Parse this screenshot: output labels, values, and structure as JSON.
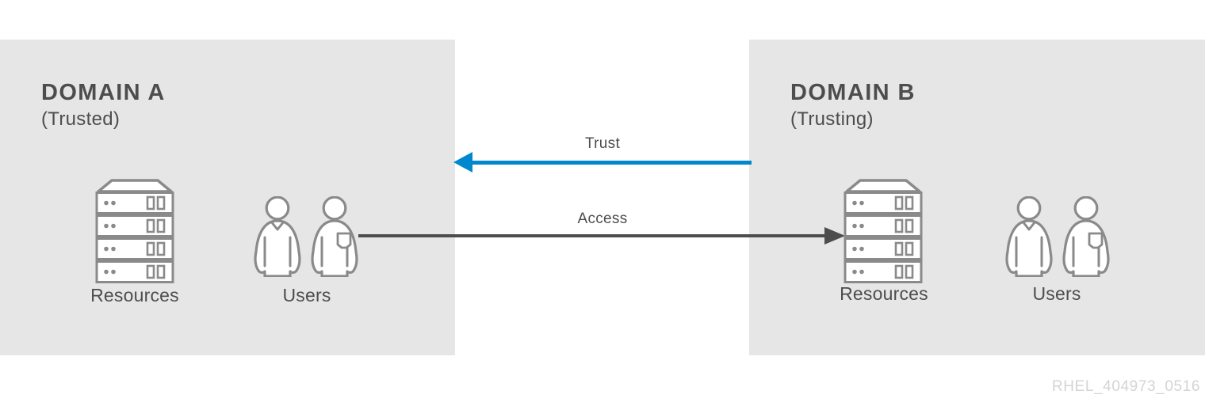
{
  "domain_a": {
    "title": "DOMAIN A",
    "subtitle": "(Trusted)",
    "resources_label": "Resources",
    "users_label": "Users"
  },
  "domain_b": {
    "title": "DOMAIN B",
    "subtitle": "(Trusting)",
    "resources_label": "Resources",
    "users_label": "Users"
  },
  "arrows": {
    "trust": {
      "label": "Trust",
      "direction": "left",
      "from": "DOMAIN B",
      "to": "DOMAIN A",
      "color": "#0088ce"
    },
    "access": {
      "label": "Access",
      "direction": "right",
      "from": "DOMAIN A users",
      "to": "DOMAIN B resources",
      "color": "#4d4d4d"
    }
  },
  "watermark": "RHEL_404973_0516",
  "colors": {
    "panel_bg": "#e6e6e6",
    "text": "#4d4d4d",
    "icon_stroke": "#8a8a8a",
    "trust_arrow": "#0088ce",
    "access_arrow": "#4d4d4d",
    "watermark": "#d4d4d4"
  },
  "icons": {
    "resources": "server-stack-icon",
    "users": "user-group-icon"
  }
}
